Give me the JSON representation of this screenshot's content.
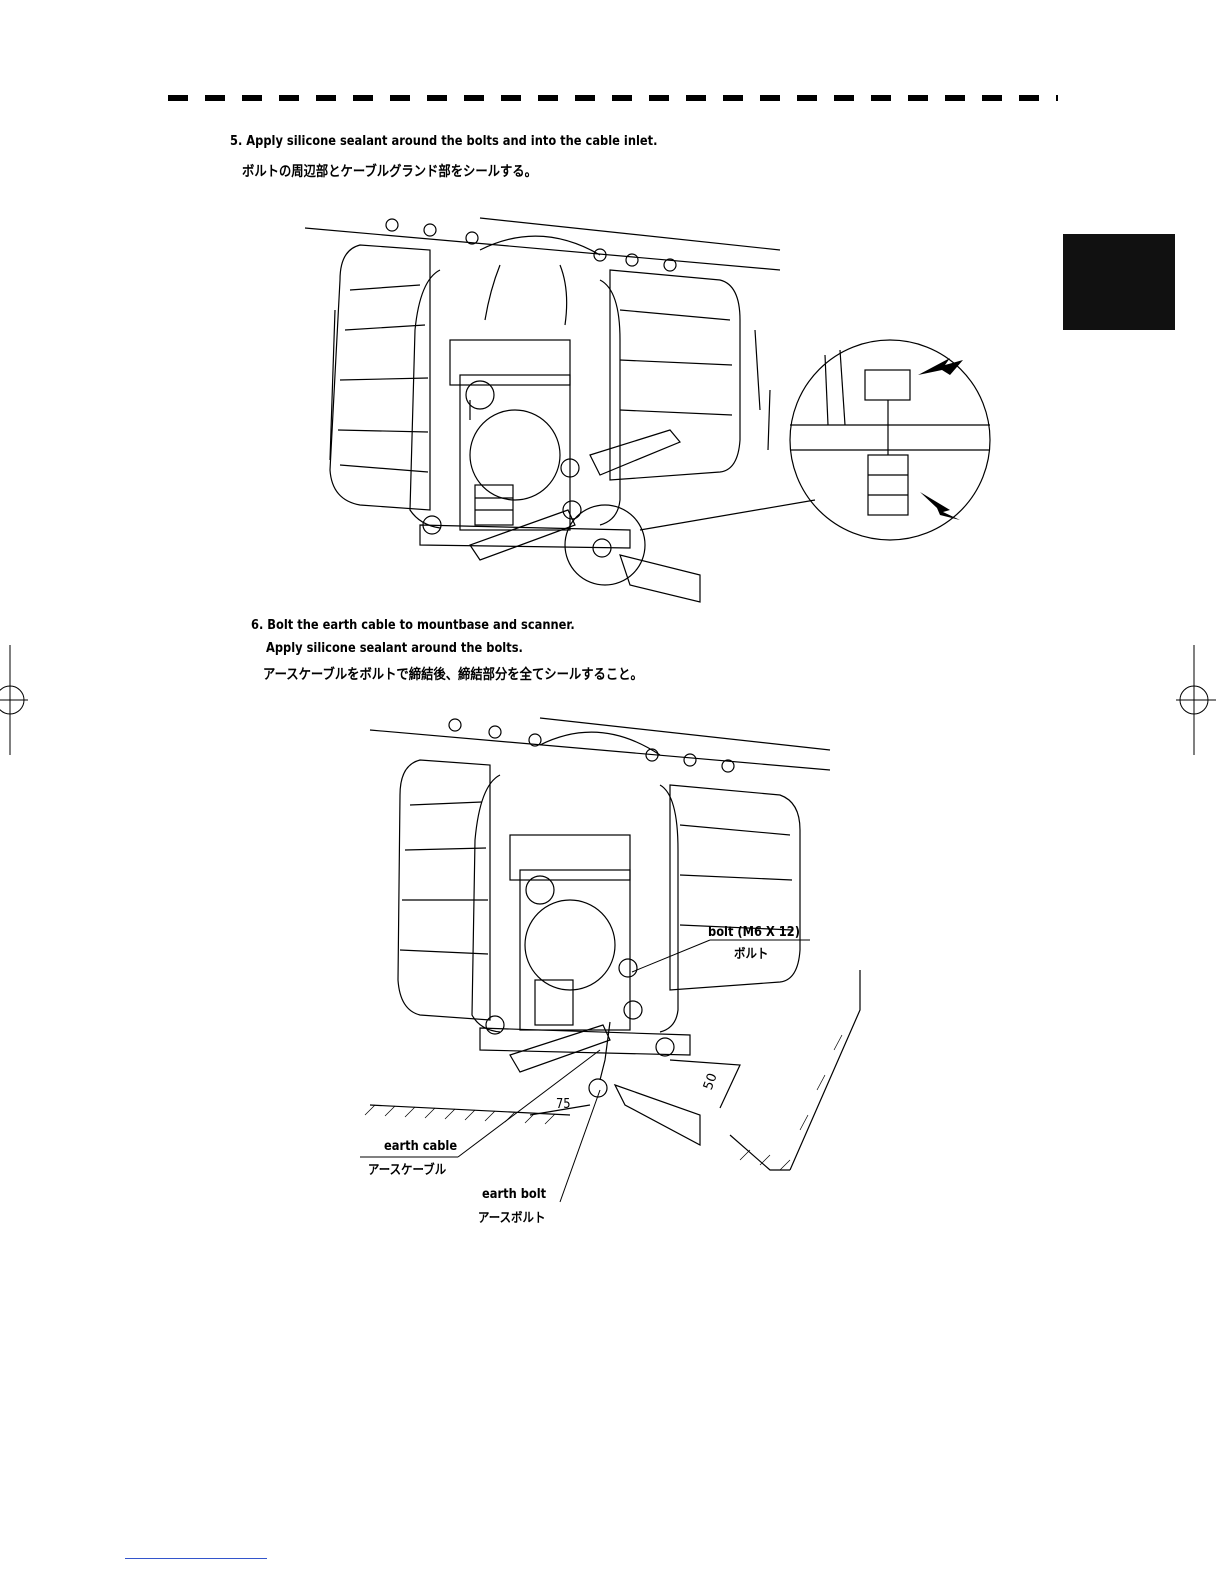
{
  "steps": {
    "s5_en": "5. Apply silicone sealant around the bolts and into the cable inlet.",
    "s5_jp": "ボルトの周辺部とケーブルグランド部をシールする。",
    "s6_en": "6. Bolt the earth cable to mountbase and scanner.",
    "s6_en2": "Apply silicone sealant around the bolts.",
    "s6_jp": "アースケーブルをボルトで締結後、締結部分を全てシールすること。"
  },
  "fig2_labels": {
    "bolt_en": "bolt (M6 X 12)",
    "bolt_jp": "ボルト",
    "earth_cable_en": "earth cable",
    "earth_cable_jp": "アースケーブル",
    "earth_bolt_en": "earth bolt",
    "earth_bolt_jp": "アースボルト",
    "dim_75": "75",
    "dim_50": "50"
  }
}
